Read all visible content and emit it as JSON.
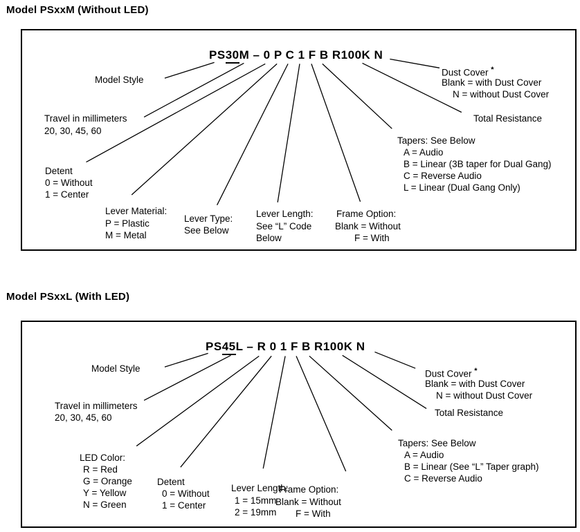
{
  "titles": {
    "box1": "Model PSxxM (Without LED)",
    "box2": "Model PSxxL (With LED)"
  },
  "box1": {
    "part_number": {
      "prefix": "PS",
      "underlined": "30",
      "suffix": "M – 0 P C 1 F B R100K N"
    },
    "model_style": "Model Style",
    "travel": {
      "line1": "Travel in millimeters",
      "line2": "20, 30, 45, 60"
    },
    "detent": {
      "title": "Detent",
      "opt0": "0 = Without",
      "opt1": "1 = Center"
    },
    "lever_material": {
      "title": "Lever Material:",
      "opt0": "P = Plastic",
      "opt1": "M = Metal"
    },
    "lever_type": {
      "line1": "Lever Type:",
      "line2": "See Below"
    },
    "lever_length": {
      "line1": "Lever Length:",
      "line2": "See “L” Code",
      "line3": "Below"
    },
    "frame_option": {
      "title": "Frame Option:",
      "opt0": "Blank = Without",
      "opt1": "F = With"
    },
    "tapers": {
      "title": "Tapers: See Below",
      "opt0": "A = Audio",
      "opt1": "B = Linear (3B taper for Dual Gang)",
      "opt2": "C = Reverse Audio",
      "opt3": "L = Linear (Dual Gang Only)"
    },
    "total_resistance": "Total Resistance",
    "dust_cover": {
      "title": "Dust Cover",
      "asterisk": "*",
      "opt0": "Blank = with Dust Cover",
      "opt1": "N = without Dust Cover"
    }
  },
  "box2": {
    "part_number": {
      "prefix": "PS",
      "underlined": "45",
      "suffix": "L – R 0 1 F B R100K N"
    },
    "model_style": "Model Style",
    "travel": {
      "line1": "Travel in millimeters",
      "line2": "20, 30, 45, 60"
    },
    "led_color": {
      "title": "LED Color:",
      "opt0": "R = Red",
      "opt1": "G = Orange",
      "opt2": "Y = Yellow",
      "opt3": "N = Green"
    },
    "detent": {
      "title": "Detent",
      "opt0": "0 = Without",
      "opt1": "1 = Center"
    },
    "lever_length": {
      "title": "Lever Length:",
      "opt0": "1 = 15mm",
      "opt1": "2 = 19mm"
    },
    "frame_option": {
      "title": "Frame Option:",
      "opt0": "Blank = Without",
      "opt1": "F = With"
    },
    "tapers": {
      "title": "Tapers: See Below",
      "opt0": "A = Audio",
      "opt1": "B = Linear (See “L” Taper graph)",
      "opt2": "C = Reverse Audio"
    },
    "total_resistance": "Total Resistance",
    "dust_cover": {
      "title": "Dust Cover",
      "asterisk": "*",
      "opt0": "Blank = with Dust Cover",
      "opt1": "N = without Dust Cover"
    }
  }
}
